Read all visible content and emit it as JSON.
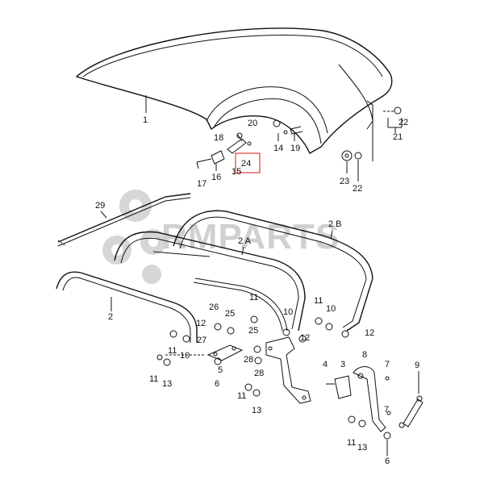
{
  "watermark": {
    "text": "RMPARTS",
    "color": "#d0d0d0"
  },
  "highlight": {
    "label": "24",
    "color": "#e53935"
  },
  "callouts": {
    "c1": "1",
    "c2": "2",
    "c2a": "2 A",
    "c2b": "2 B",
    "c3": "3",
    "c4": "4",
    "c5": "5",
    "c6a": "6",
    "c6b": "6",
    "c7a": "7",
    "c7b": "7",
    "c8": "8",
    "c9": "9",
    "c10a": "10",
    "c10b": "10",
    "c10c": "10",
    "c11a": "11",
    "c11b": "11",
    "c11c": "11",
    "c11d": "11",
    "c11e": "11",
    "c11f": "11",
    "c12a": "12",
    "c12b": "12",
    "c12c": "12",
    "c13a": "13",
    "c13b": "13",
    "c13c": "13",
    "c14": "14",
    "c15": "15",
    "c16": "16",
    "c17": "17",
    "c18": "18",
    "c19": "19",
    "c20": "20",
    "c21": "21",
    "c22a": "22",
    "c22b": "22",
    "c23": "23",
    "c25a": "25",
    "c25b": "25",
    "c26": "26",
    "c27": "27",
    "c28": "28",
    "c29": "29"
  }
}
